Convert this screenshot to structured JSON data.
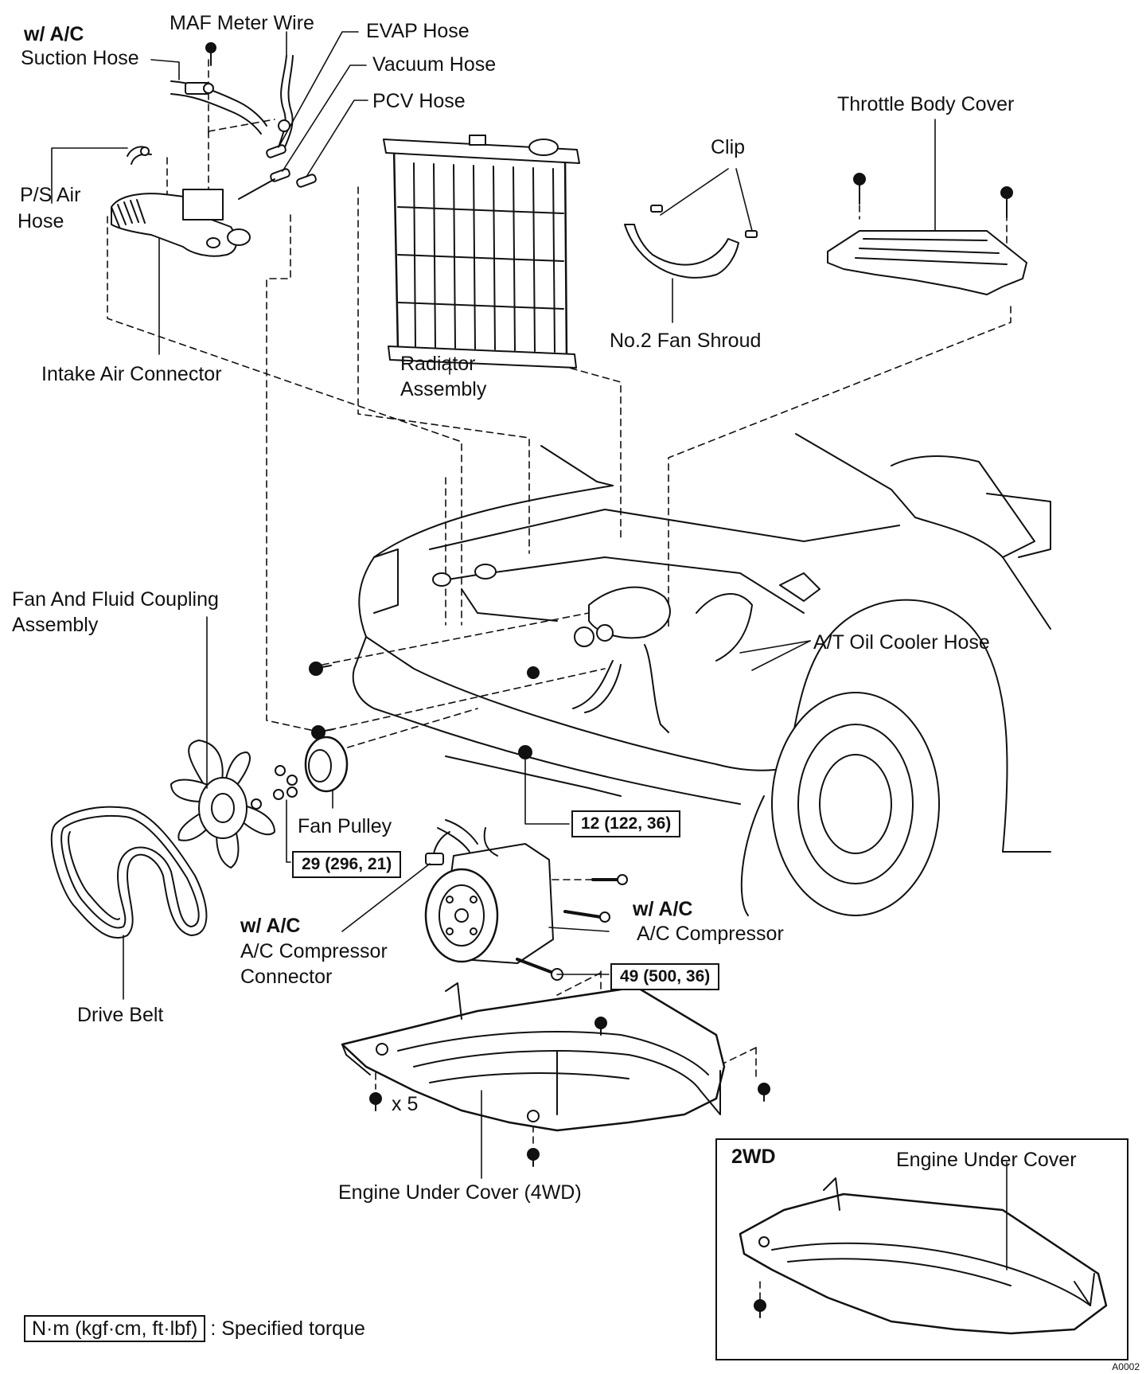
{
  "labels": {
    "wac_1": "w/ A/C",
    "suction_hose": "Suction Hose",
    "maf_meter_wire": "MAF Meter Wire",
    "evap_hose": "EVAP Hose",
    "vacuum_hose": "Vacuum Hose",
    "pcv_hose": "PCV Hose",
    "ps_air_hose_1": "P/S Air",
    "ps_air_hose_2": "Hose",
    "intake_air_connector": "Intake Air Connector",
    "radiator_assembly_1": "Radiator",
    "radiator_assembly_2": "Assembly",
    "clip": "Clip",
    "no2_fan_shroud": "No.2 Fan Shroud",
    "throttle_body_cover": "Throttle Body Cover",
    "fan_coupling_1": "Fan And Fluid Coupling",
    "fan_coupling_2": "Assembly",
    "at_oil_cooler_hose": "A/T Oil Cooler Hose",
    "fan_pulley": "Fan Pulley",
    "drive_belt": "Drive Belt",
    "wac_2": "w/ A/C",
    "ac_comp_connector_1": "A/C Compressor",
    "ac_comp_connector_2": "Connector",
    "wac_3": "w/ A/C",
    "ac_compressor": "A/C Compressor",
    "x5": "x 5",
    "engine_under_cover_4wd": "Engine Under Cover (4WD)",
    "inset_2wd": "2WD",
    "engine_under_cover": "Engine Under Cover"
  },
  "torques": {
    "t1": "12 (122, 36)",
    "t2": "29 (296, 21)",
    "t3": "49 (500, 36)"
  },
  "legend": {
    "box": "N·m (kgf·cm, ft·lbf)",
    "text": ": Specified torque"
  },
  "figure_id": "A0002"
}
